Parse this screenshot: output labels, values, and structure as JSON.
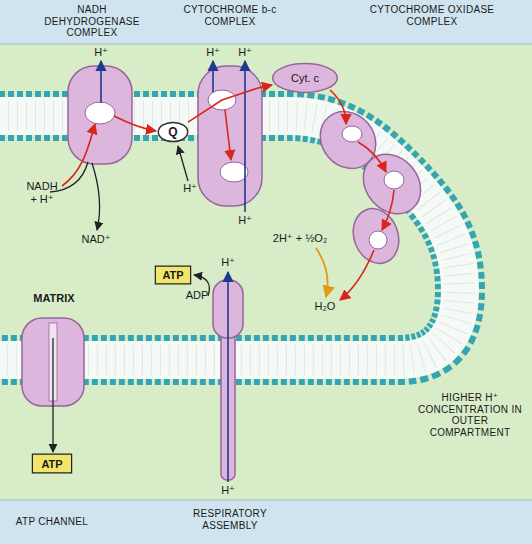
{
  "diagram": {
    "nodes": [
      {
        "text": [
          "Q"
        ]
      },
      {
        "text": [
          "Cyt. c"
        ]
      },
      {
        "text": [
          "ATP"
        ]
      },
      {
        "text": [
          "ATP"
        ]
      }
    ],
    "edges": [
      {
        "from": 0,
        "to": 1,
        "arrow": "to"
      }
    ],
    "labels": [
      "NADH DEHYDROGENASE COMPLEX",
      "CYTOCHROME b-c COMPLEX",
      "CYTOCHROME OXIDASE COMPLEX",
      "H⁺",
      "H⁺",
      "H⁺",
      "H⁺",
      "NADH + H⁺",
      "H⁺",
      "NAD⁺",
      "2H⁺ + ½O₂",
      "MATRIX",
      "H⁺",
      "ADP",
      "H₂O",
      "H⁺",
      "HIGHER H⁺ CONCENTRATION IN OUTER COMPARTMENT",
      "ATP CHANNEL",
      "RESPIRATORY ASSEMBLY"
    ]
  }
}
